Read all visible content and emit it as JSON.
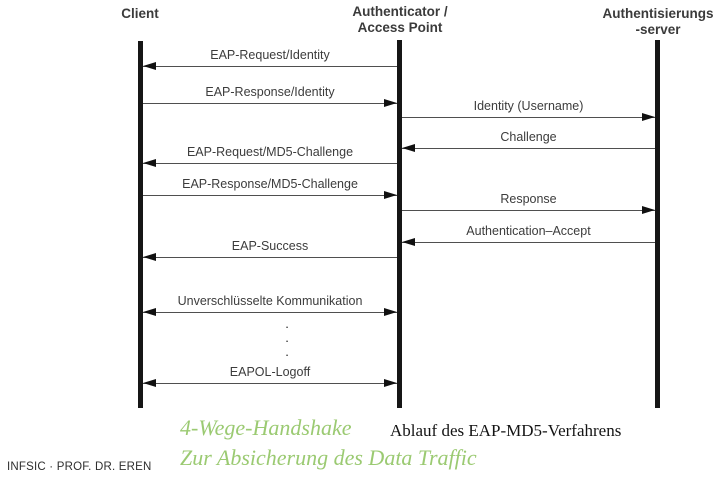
{
  "actors": [
    {
      "line1": "Client",
      "line2": ""
    },
    {
      "line1": "Authenticator /",
      "line2": "Access Point"
    },
    {
      "line1": "Authentisierungs",
      "line2": "-server"
    }
  ],
  "messages": [
    {
      "label": "EAP-Request/Identity",
      "from": "Authenticator / Access Point",
      "to": "Client",
      "direction": "left"
    },
    {
      "label": "EAP-Response/Identity",
      "from": "Client",
      "to": "Authenticator / Access Point",
      "direction": "right"
    },
    {
      "label": "Identity (Username)",
      "from": "Authenticator / Access Point",
      "to": "Authentisierungsserver",
      "direction": "right"
    },
    {
      "label": "Challenge",
      "from": "Authentisierungsserver",
      "to": "Authenticator / Access Point",
      "direction": "left"
    },
    {
      "label": "EAP-Request/MD5-Challenge",
      "from": "Authenticator / Access Point",
      "to": "Client",
      "direction": "left"
    },
    {
      "label": "EAP-Response/MD5-Challenge",
      "from": "Client",
      "to": "Authenticator / Access Point",
      "direction": "right"
    },
    {
      "label": "Response",
      "from": "Authenticator / Access Point",
      "to": "Authentisierungsserver",
      "direction": "right"
    },
    {
      "label": "Authentication–Accept",
      "from": "Authentisierungsserver",
      "to": "Authenticator / Access Point",
      "direction": "left"
    },
    {
      "label": "EAP-Success",
      "from": "Authenticator / Access Point",
      "to": "Client",
      "direction": "left"
    },
    {
      "label": "Unverschlüsselte Kommunikation",
      "from": "Client",
      "to": "Authenticator / Access Point",
      "direction": "both"
    },
    {
      "label": "EAPOL-Logoff",
      "from": "Client",
      "to": "Authenticator / Access Point",
      "direction": "both"
    }
  ],
  "ellipsis": ".\n.\n.",
  "captions": {
    "handshake_line1": "4-Wege-Handshake",
    "handshake_line2": "Zur Absicherung des Data Traffic",
    "figure_caption": "Ablauf des EAP-MD5-Verfahrens"
  },
  "footer": "INFSIC · PROF. DR. EREN",
  "colors": {
    "accent_green": "#9bca72",
    "lifeline": "#161616",
    "arrow_line": "#4f4f4f",
    "text": "#3c3c3c"
  }
}
